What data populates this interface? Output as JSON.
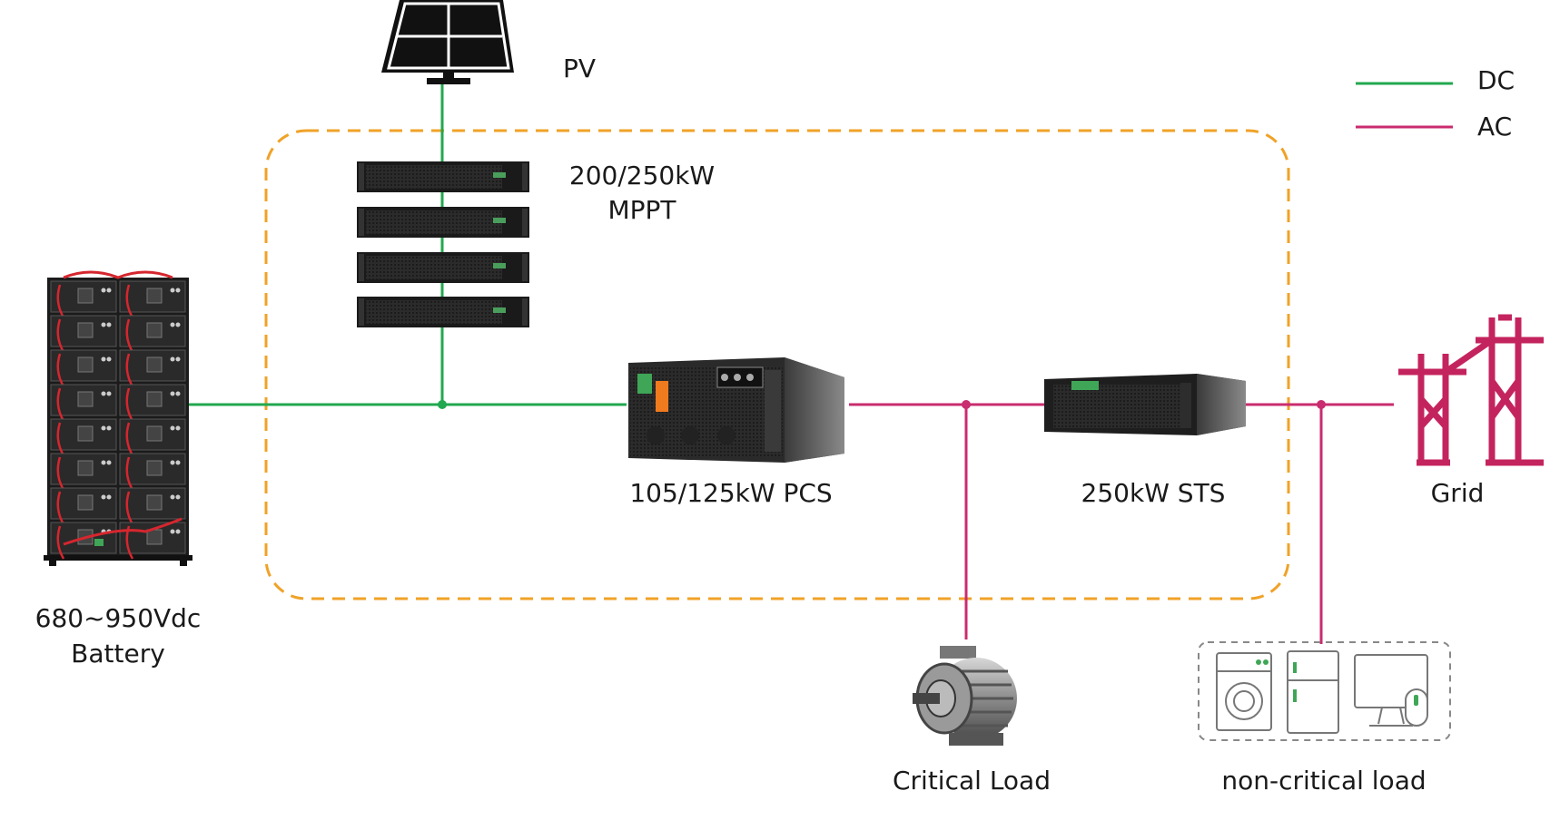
{
  "colors": {
    "dc_line": "#22a84f",
    "ac_line": "#c92c6f",
    "boundary": "#f0a227",
    "device_dark": "#1c1c1c",
    "grid_tower": "#c4245e"
  },
  "legend": {
    "dc": "DC",
    "ac": "AC"
  },
  "labels": {
    "pv": "PV",
    "mppt_line1": "200/250kW",
    "mppt_line2": "MPPT",
    "battery_line1": "680~950Vdc",
    "battery_line2": "Battery",
    "pcs": "105/125kW PCS",
    "sts": "250kW STS",
    "grid": "Grid",
    "critical_load": "Critical Load",
    "non_critical_load": "non-critical load"
  },
  "icons": {
    "pv": "solar-panel-icon",
    "mppt": "mppt-rack-icon",
    "battery": "battery-rack-icon",
    "pcs": "pcs-cabinet-icon",
    "sts": "sts-unit-icon",
    "grid": "power-tower-icon",
    "critical_load": "electric-motor-icon",
    "non_critical_load": "home-appliances-icon"
  }
}
